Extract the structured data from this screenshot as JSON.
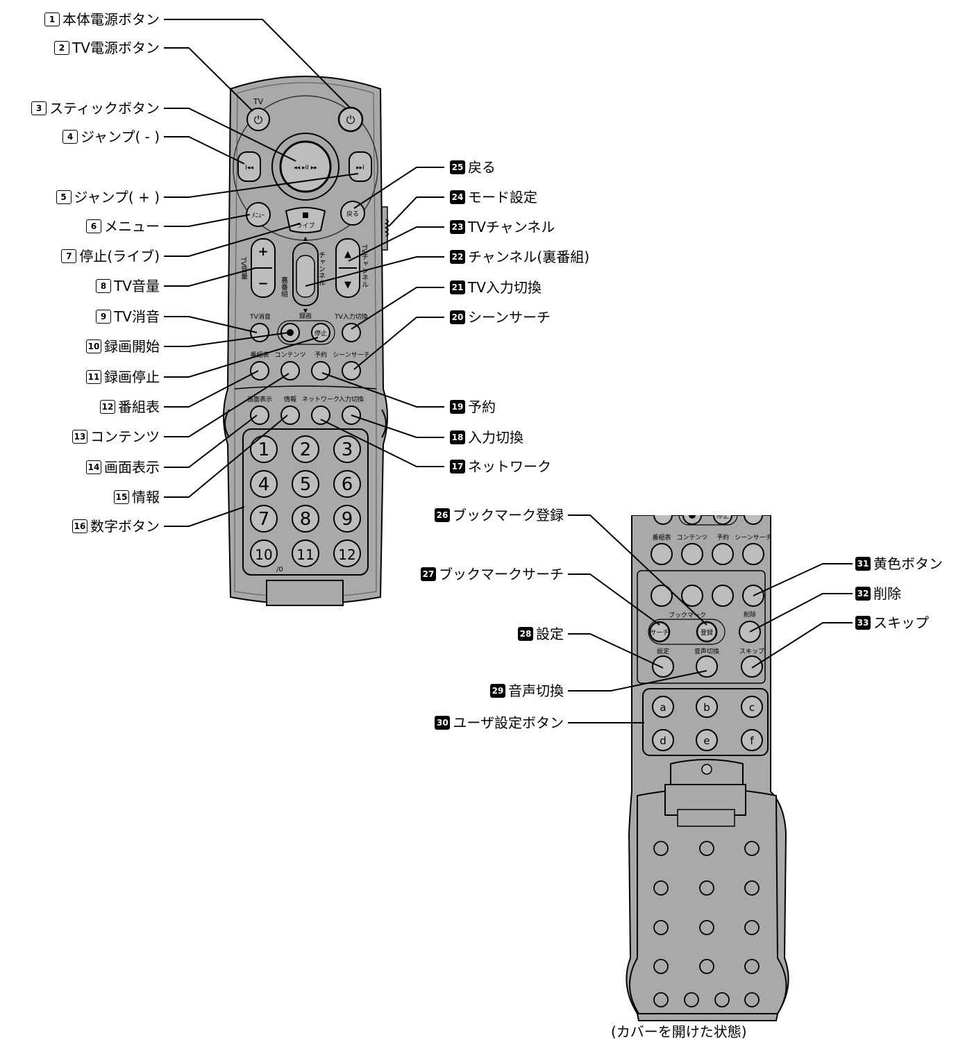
{
  "callouts": [
    {
      "num": "1",
      "label": "本体電源ボタン"
    },
    {
      "num": "2",
      "label": "TV電源ボタン"
    },
    {
      "num": "3",
      "label": "スティックボタン"
    },
    {
      "num": "4",
      "label": "ジャンプ( - )"
    },
    {
      "num": "5",
      "label": "ジャンプ( + )"
    },
    {
      "num": "6",
      "label": "メニュー"
    },
    {
      "num": "7",
      "label": "停止(ライブ)"
    },
    {
      "num": "8",
      "label": "TV音量"
    },
    {
      "num": "9",
      "label": "TV消音"
    },
    {
      "num": "10",
      "label": "録画開始"
    },
    {
      "num": "11",
      "label": "録画停止"
    },
    {
      "num": "12",
      "label": "番組表"
    },
    {
      "num": "13",
      "label": "コンテンツ"
    },
    {
      "num": "14",
      "label": "画面表示"
    },
    {
      "num": "15",
      "label": "情報"
    },
    {
      "num": "16",
      "label": "数字ボタン"
    },
    {
      "num": "17",
      "label": "ネットワーク"
    },
    {
      "num": "18",
      "label": "入力切換"
    },
    {
      "num": "19",
      "label": "予約"
    },
    {
      "num": "20",
      "label": "シーンサーチ"
    },
    {
      "num": "21",
      "label": "TV入力切換"
    },
    {
      "num": "22",
      "label": "チャンネル(裏番組)"
    },
    {
      "num": "23",
      "label": "TVチャンネル"
    },
    {
      "num": "24",
      "label": "モード設定"
    },
    {
      "num": "25",
      "label": "戻る"
    },
    {
      "num": "26",
      "label": "ブックマーク登録"
    },
    {
      "num": "27",
      "label": "ブックマークサーチ"
    },
    {
      "num": "28",
      "label": "設定"
    },
    {
      "num": "29",
      "label": "音声切換"
    },
    {
      "num": "30",
      "label": "ユーザ設定ボタン"
    },
    {
      "num": "31",
      "label": "黄色ボタン"
    },
    {
      "num": "32",
      "label": "削除"
    },
    {
      "num": "33",
      "label": "スキップ"
    }
  ],
  "caption": "(カバーを開けた状態)",
  "remote_labels": {
    "tv": "TV",
    "stick": "◂◂ ▸II ▸▸",
    "prev": "I◂◂",
    "next": "▸▸I",
    "menu": "ﾒﾆｭｰ",
    "live": "ライブ",
    "back": "戻る",
    "tv_volume": "TV音量",
    "channel": "チャンネル",
    "ura": "裏番組",
    "tv_channel": "TVチャンネル",
    "tv_mute": "TV消音",
    "record": "録画",
    "stop": "停止",
    "tv_input": "TV入力切換",
    "guide": "番組表",
    "contents": "コンテンツ",
    "reserve": "予約",
    "scene": "シーンサーチ",
    "display": "画面表示",
    "info": "情報",
    "network": "ネットワーク",
    "input": "入力切換",
    "digits": [
      "1",
      "2",
      "3",
      "4",
      "5",
      "6",
      "7",
      "8",
      "9",
      "10",
      "11",
      "12"
    ],
    "ten_sub": "/0",
    "bookmark": "ブックマーク",
    "search": "サーチ",
    "register": "登録",
    "delete": "削除",
    "setting": "設定",
    "audio": "音声切換",
    "skip": "スキップ",
    "user_keys": [
      "a",
      "b",
      "c",
      "d",
      "e",
      "f"
    ]
  }
}
